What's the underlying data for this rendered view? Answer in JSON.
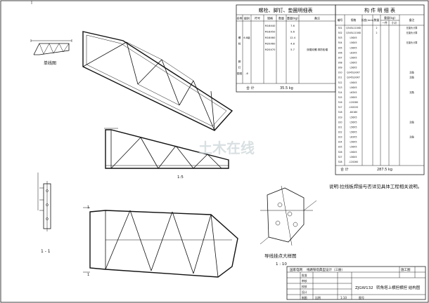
{
  "bolt_table": {
    "title": "螺栓、脚钉、垫圈明细表",
    "headers": [
      "名称",
      "级别",
      "符号",
      "规格",
      "数量",
      "重量(kg)",
      "备注"
    ],
    "rows": [
      [
        "",
        "",
        "",
        "M16X40",
        "",
        "7.6",
        ""
      ],
      [
        "",
        "",
        "",
        "M16X50",
        "",
        "9.6",
        ""
      ],
      [
        "螺",
        "6.8级",
        "",
        "M16X60",
        "",
        "12.4",
        ""
      ],
      [
        "栓",
        "",
        "",
        "M20X60",
        "",
        "4.8",
        ""
      ],
      [
        "",
        "",
        "",
        "M20X70",
        "",
        "5.7",
        "双帽双螺,带防松帽"
      ],
      [
        "",
        "",
        "",
        "",
        "",
        "",
        ""
      ],
      [
        "脚",
        "",
        "",
        "",
        "",
        "",
        ""
      ],
      [
        "钉",
        "",
        "",
        "",
        "",
        "",
        ""
      ],
      [
        "垫圈",
        "-6",
        "",
        "",
        "",
        "",
        ""
      ],
      [
        "",
        "",
        "",
        "",
        "",
        "",
        ""
      ]
    ],
    "total_label": "合 计",
    "total_value": "35.5 kg"
  },
  "part_table": {
    "title": "构 件 明 细 表",
    "headers": [
      "编号",
      "规格",
      "长度(mm)",
      "数量",
      "一件",
      "小计",
      "备注"
    ],
    "subheaders": [
      "重量(kg)"
    ],
    "rows": [
      [
        "301",
        "Q345L110X8",
        "",
        "2",
        "",
        "",
        "无接头计算"
      ],
      [
        "302",
        "Q345L110X8",
        "",
        "2",
        "",
        "",
        "无接头计算"
      ],
      [
        "303",
        "L56X5",
        "",
        "",
        "",
        "",
        ""
      ],
      [
        "304",
        "L56X5",
        "",
        "",
        "",
        "",
        "无接头计算"
      ],
      [
        "305",
        "L56X5",
        "",
        "",
        "",
        "",
        ""
      ],
      [
        "306",
        "L63X5",
        "",
        "",
        "",
        "",
        ""
      ],
      [
        "307",
        "L56X5",
        "",
        "",
        "",
        "",
        ""
      ],
      [
        "308",
        "L56X5",
        "",
        "",
        "",
        "",
        ""
      ],
      [
        "309",
        "L56X5",
        "",
        "",
        "",
        "",
        ""
      ],
      [
        "310",
        "Q345L90X7",
        "",
        "",
        "",
        "",
        "割角"
      ],
      [
        "311",
        "Q345L90X7",
        "",
        "",
        "",
        "",
        "割角"
      ],
      [
        "312",
        "L56X5",
        "",
        "",
        "",
        "",
        ""
      ],
      [
        "313",
        "L56X5",
        "",
        "",
        "",
        "",
        ""
      ],
      [
        "314",
        "L63X5",
        "",
        "",
        "",
        "",
        "割角"
      ],
      [
        "315",
        "L56X5",
        "",
        "",
        "",
        "",
        ""
      ],
      [
        "316",
        "-12X280",
        "",
        "",
        "",
        "",
        ""
      ],
      [
        "317",
        "-10X220",
        "",
        "",
        "",
        "",
        ""
      ],
      [
        "318",
        "-8X180",
        "",
        "",
        "",
        "",
        ""
      ],
      [
        "319",
        "L56X5",
        "",
        "",
        "",
        "",
        ""
      ],
      [
        "320",
        "L56X5",
        "",
        "",
        "",
        "",
        "割角"
      ],
      [
        "321",
        "L56X5",
        "",
        "",
        "",
        "",
        ""
      ],
      [
        "322",
        "L56X5",
        "",
        "",
        "",
        "",
        ""
      ],
      [
        "323",
        "L63X5",
        "",
        "",
        "",
        "",
        "割角"
      ],
      [
        "324",
        "L56X5",
        "",
        "",
        "",
        "",
        ""
      ],
      [
        "325",
        "L56X5",
        "",
        "",
        "",
        "",
        ""
      ],
      [
        "326",
        "L56X5",
        "",
        "",
        "",
        "",
        ""
      ],
      [
        "327",
        "L56X5",
        "",
        "",
        "",
        "",
        ""
      ],
      [
        "328",
        "-12X260",
        "",
        "",
        "",
        "",
        ""
      ]
    ],
    "total_label": "合 计",
    "total_value": "287.5 kg"
  },
  "note": "说明:拉线板焊接与否详见具体工程相关说明。",
  "labels": {
    "single_line": "单线图",
    "scale_1_5": "1:5",
    "section_1_1": "1 - 1",
    "guy_detail": "导线挂点大样图",
    "scale_1_10": "1 : 10",
    "marker_1a": "1",
    "marker_1b": "1"
  },
  "title_block": {
    "company": "国家电网",
    "project": "线路铁塔典型设计（三册）",
    "stage": "施工图",
    "drawing_code": "ZJGW132",
    "drawing_title": "转角塔上横担横担  结构图",
    "rows": [
      "批准",
      "审核",
      "校核",
      "设计",
      "制图"
    ],
    "scale_label": "比例",
    "scale_value": "1:10",
    "sheet_label": "图号"
  },
  "watermark": "土木在线"
}
